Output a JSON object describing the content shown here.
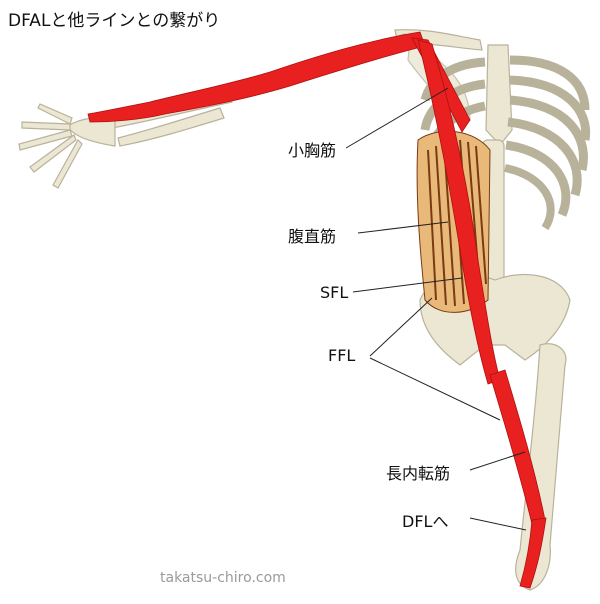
{
  "title": "DFALと他ラインとの繋がり",
  "labels": {
    "pectoralis_minor": "小胸筋",
    "rectus_abdominis": "腹直筋",
    "sfl": "SFL",
    "ffl": "FFL",
    "adductor_longus": "長内転筋",
    "to_dfl": "DFLへ"
  },
  "watermark": "takatsu-chiro.com",
  "colors": {
    "muscle": "#e8201f",
    "bone": "#ece7d3",
    "bone_edge": "#b9b29b",
    "abdomen_fill": "#e9b97a",
    "abdomen_stripe": "#7a3a12"
  }
}
